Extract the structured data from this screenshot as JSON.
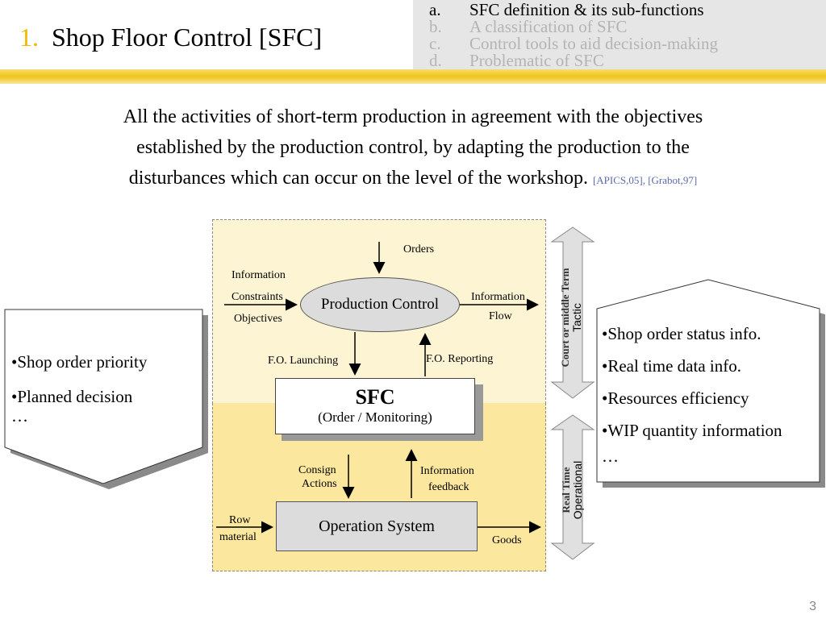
{
  "title": {
    "number": "1.",
    "text": "Shop Floor Control [SFC]"
  },
  "toc": [
    {
      "letter": "a.",
      "text": "SFC definition & its sub-functions",
      "color": "#000000"
    },
    {
      "letter": "b.",
      "text": "A classification of SFC",
      "color": "#b4b4b4"
    },
    {
      "letter": "c.",
      "text": "Control tools to aid decision-making",
      "color": "#b4b4b4"
    },
    {
      "letter": "d.",
      "text": "Problematic of SFC",
      "color": "#b4b4b4"
    }
  ],
  "lead": {
    "line1": "All the activities of short-term production in agreement with the objectives",
    "line2": "established by the production control, by adapting the production to the",
    "line3": "disturbances which can occur on the level of the workshop.",
    "citation": "[APICS,05], [Grabot,97]"
  },
  "diagram": {
    "orders": "Orders",
    "information": "Information",
    "constraints": "Constraints",
    "objectives": "Objectives",
    "production_control": "Production Control",
    "information_out": "Information",
    "flow": "Flow",
    "fo_launching": "F.O. Launching",
    "fo_reporting": "F.O. Reporting",
    "sfc": "SFC",
    "sfc_sub": "(Order / Monitoring)",
    "consign": "Consign",
    "actions": "Actions",
    "information_fb": "Information",
    "feedback": "feedback",
    "row": "Row",
    "material": "material",
    "operation_system": "Operation System",
    "goods": "Goods",
    "tactic_top": "Court or middle Term",
    "tactic": "Tactic",
    "operational_top": "Real Time",
    "operational": "Operational"
  },
  "left_box": {
    "item1": "•Shop order priority",
    "item2": "•Planned decision",
    "item3": "…"
  },
  "right_box": {
    "item1": "•Shop order status info.",
    "item2": "•Real time data info.",
    "item3": "•Resources efficiency",
    "item4": "•WIP quantity information",
    "item5": "…"
  },
  "page_number": "3"
}
